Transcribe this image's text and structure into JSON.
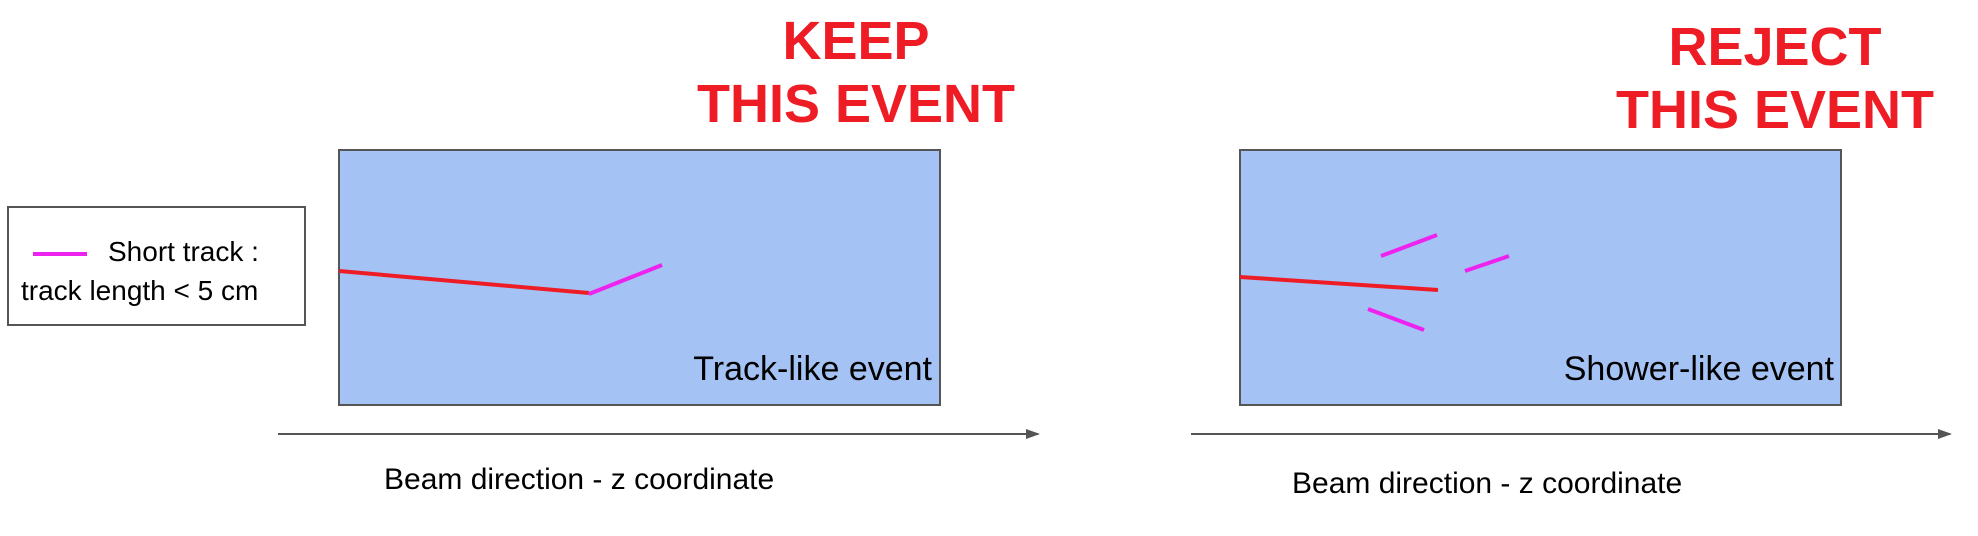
{
  "colors": {
    "long_track": "#ee1c25",
    "short_track": "#ee22ee",
    "detector_fill": "#a4c2f4",
    "verdict_text": "#ee1c25",
    "axis": "#555555"
  },
  "legend": {
    "line1": "Short track :",
    "line2": "track length < 5 cm"
  },
  "panels": [
    {
      "verdict_line1": "KEEP",
      "verdict_line2": "THIS EVENT",
      "event_label": "Track-like event",
      "axis_label": "Beam direction - z coordinate"
    },
    {
      "verdict_line1": "REJECT",
      "verdict_line2": "THIS EVENT",
      "event_label": "Shower-like event",
      "axis_label": "Beam direction - z coordinate"
    }
  ]
}
